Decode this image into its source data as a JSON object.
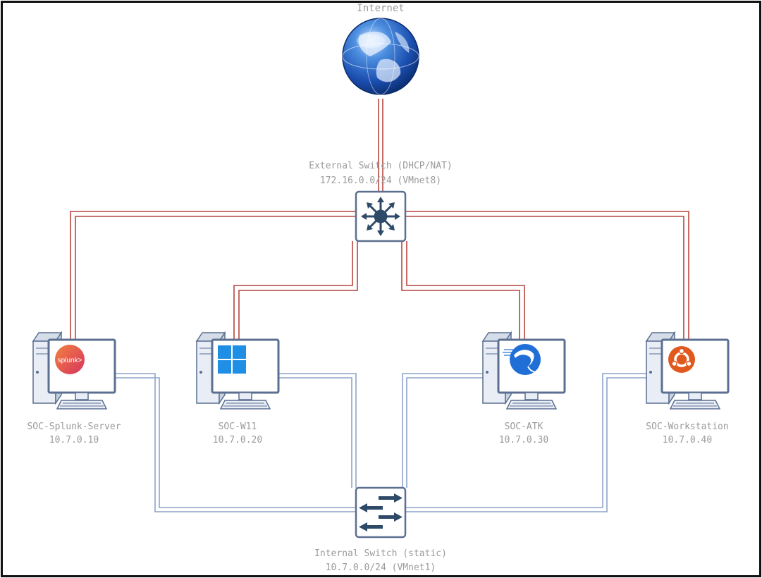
{
  "internet": {
    "label": "Internet",
    "icon": "globe-icon"
  },
  "external_switch": {
    "title": "External Switch (DHCP/NAT)",
    "subnet": "172.16.0.0/24 (VMnet8)",
    "icon": "hub-switch-icon",
    "link_color": "#b5473f"
  },
  "internal_switch": {
    "title": "Internal Switch (static)",
    "subnet": "10.7.0.0/24 (VMnet1)",
    "icon": "layer2-switch-icon",
    "link_color": "#8ea4c9"
  },
  "hosts": [
    {
      "name": "SOC-Splunk-Server",
      "ip": "10.7.0.10",
      "logo": "splunk-logo",
      "logo_text": "splunk>"
    },
    {
      "name": "SOC-W11",
      "ip": "10.7.0.20",
      "logo": "windows11-logo"
    },
    {
      "name": "SOC-ATK",
      "ip": "10.7.0.30",
      "logo": "kali-linux-logo"
    },
    {
      "name": "SOC-Workstation",
      "ip": "10.7.0.40",
      "logo": "ubuntu-logo"
    }
  ],
  "colors": {
    "device_fill": "#e9eef6",
    "device_stroke": "#5b6f90",
    "switch_fill": "#2f4a68"
  }
}
